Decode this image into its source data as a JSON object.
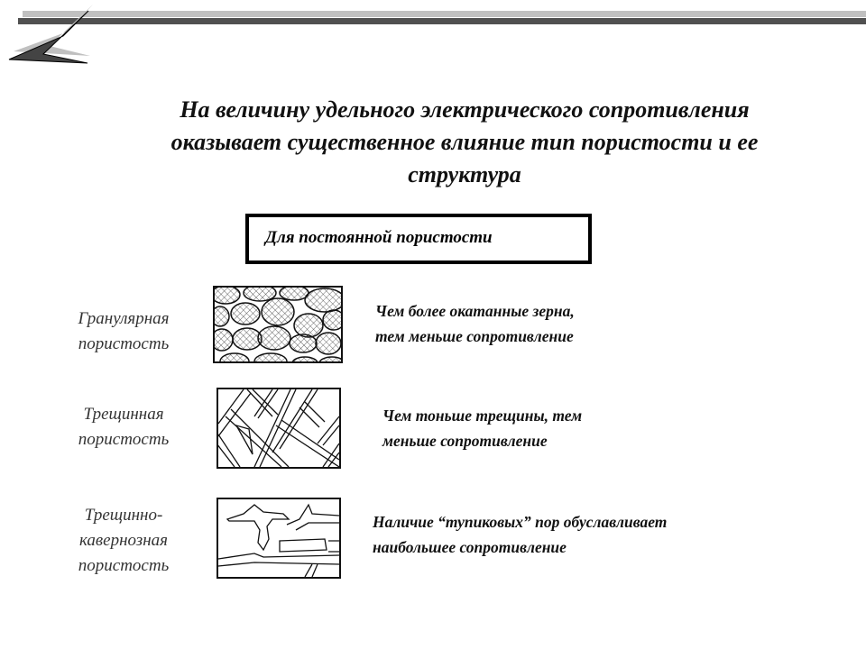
{
  "title": {
    "line1": "На величину удельного электрического сопротивления",
    "line2": "оказывает существенное влияние тип пористости и ее",
    "line3": "структура"
  },
  "box_label": "Для постоянной пористости",
  "rows": [
    {
      "label": [
        "Гранулярная",
        "пористость"
      ],
      "desc": [
        "Чем более окатанные зерна,",
        "тем меньше сопротивление"
      ]
    },
    {
      "label": [
        "Трещинная",
        "пористость"
      ],
      "desc": [
        "Чем тоньше трещины, тем",
        "меньше сопротивление"
      ]
    },
    {
      "label": [
        "Трещинно-",
        "кавернозная",
        "пористость"
      ],
      "desc": [
        "Наличие “тупиковых” пор обуславливает",
        "наибольшее сопротивление"
      ]
    }
  ]
}
